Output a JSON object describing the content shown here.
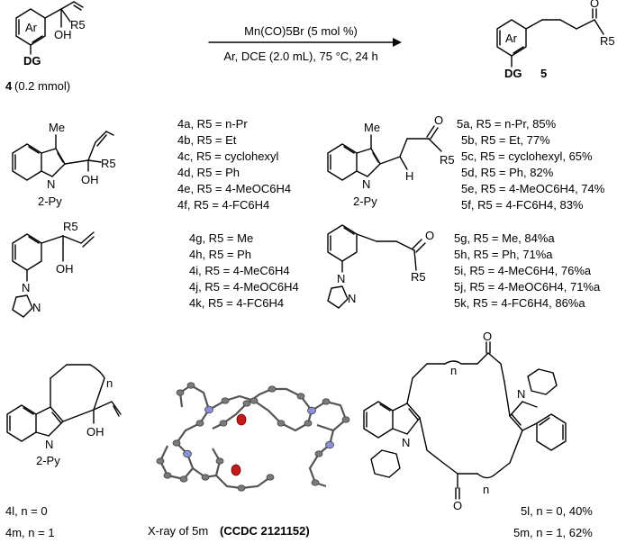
{
  "reaction": {
    "conditions_top": "Mn(CO)5Br (5 mol %)",
    "conditions_bottom": "Ar, DCE (2.0 mL), 75 °C, 24 h",
    "reactant_label": "4",
    "reactant_amount": "(0.2 mmol)",
    "reactant_ar": "Ar",
    "reactant_dg": "DG",
    "reactant_oh": "OH",
    "reactant_r5": "R5",
    "product_label": "5",
    "product_ar": "Ar",
    "product_dg": "DG",
    "product_o": "O",
    "product_r5": "R5"
  },
  "series_indole": {
    "me": "Me",
    "n": "N",
    "py": "2-Py",
    "oh": "OH",
    "r5": "R5",
    "h": "H",
    "o": "O",
    "substrates": [
      "4a, R5 = n-Pr",
      "4b, R5 = Et",
      "4c, R5 = cyclohexyl",
      "4d, R5 = Ph",
      "4e, R5 = 4-MeOC6H4",
      "4f, R5 = 4-FC6H4"
    ],
    "products": [
      "5a, R5 = n-Pr, 85%",
      "5b, R5 = Et, 77%",
      "5c, R5 = cyclohexyl, 65%",
      "5d, R5 = Ph, 82%",
      "5e, R5 = 4-MeOC6H4, 74%",
      "5f, R5 = 4-FC6H4, 83%"
    ]
  },
  "series_pyrazole": {
    "n": "N",
    "oh": "OH",
    "r5": "R5",
    "o": "O",
    "substrates": [
      "4g, R5 = Me",
      "4h, R5 = Ph",
      "4i, R5 = 4-MeC6H4",
      "4j, R5 = 4-MeOC6H4",
      "4k, R5 = 4-FC6H4"
    ],
    "products": [
      "5g, R5 = Me, 84%a",
      "5h, R5 = Ph, 71%a",
      "5i, R5 = 4-MeC6H4, 76%a",
      "5j, R5 = 4-MeOC6H4, 71%a",
      "5k, R5 = 4-FC6H4, 86%a"
    ]
  },
  "series_cyclic": {
    "n_sub": "n",
    "n": "N",
    "py": "2-Py",
    "oh": "OH",
    "substrates": [
      "4l, n = 0",
      "4m, n = 1"
    ],
    "xray_caption": "X-ray of 5m",
    "xray_ccdc": "(CCDC 2121152)",
    "macro_o": "O",
    "macro_n": "N",
    "macro_nsub": "n",
    "products": [
      "5l, n = 0, 40%",
      "5m, n = 1, 62%"
    ]
  }
}
